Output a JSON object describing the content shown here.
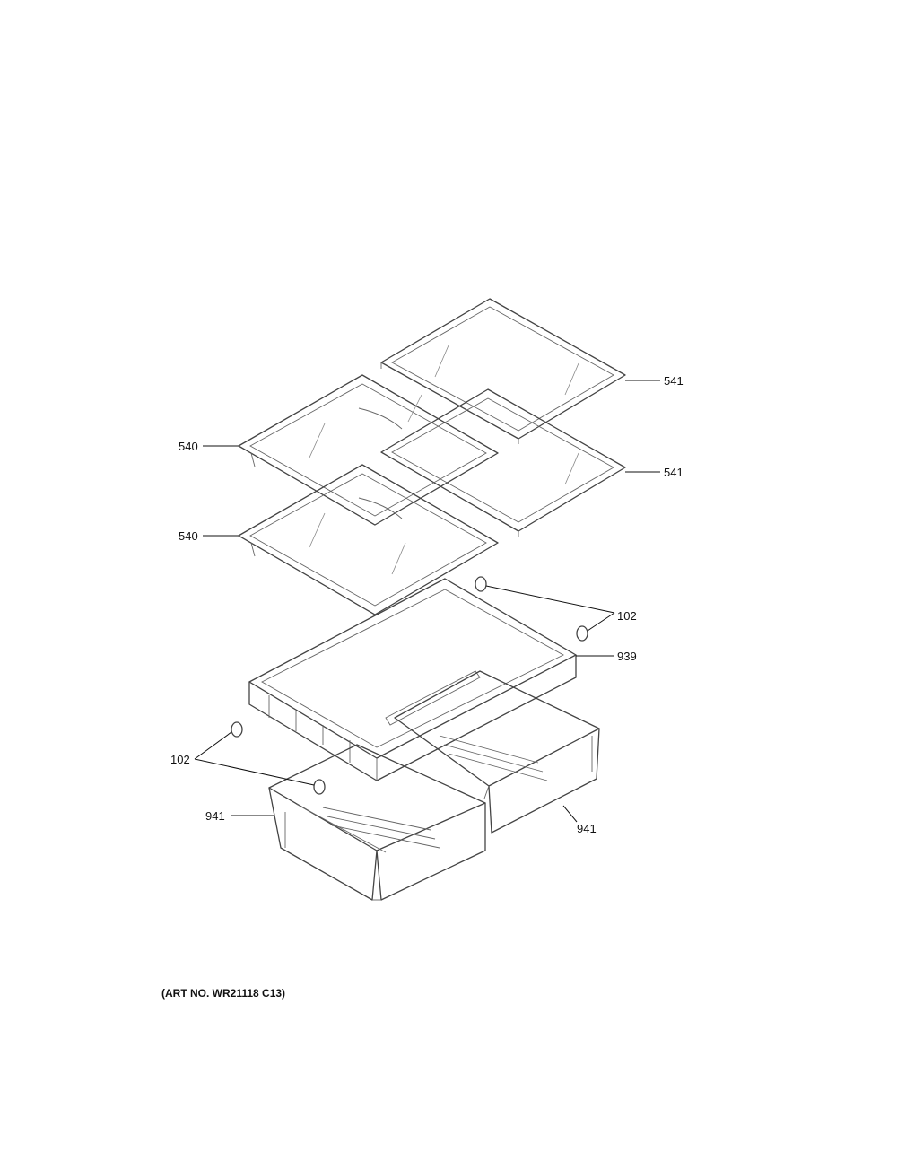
{
  "callouts": {
    "shelf_upper_right": "541",
    "shelf_lower_right": "541",
    "shelf_upper_left": "540",
    "shelf_lower_left": "540",
    "cap_right": "102",
    "cover_frame": "939",
    "cap_left": "102",
    "drawer_left": "941",
    "drawer_right": "941"
  },
  "art_number": "(ART NO. WR21118 C13)"
}
